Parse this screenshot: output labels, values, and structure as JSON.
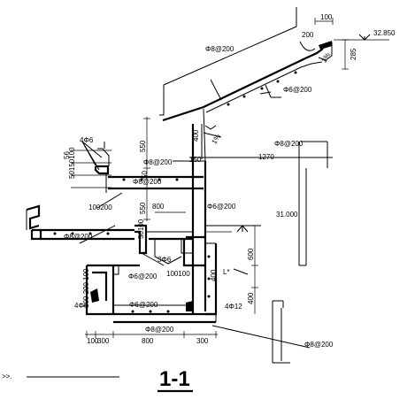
{
  "title": "1-1",
  "corner_text": ">>.",
  "elevations": {
    "top": "32.850",
    "mid": "31.000"
  },
  "rebar": {
    "top_distribution": "Φ8@200",
    "slope_stirrup": "Φ6@200",
    "main_span": "Φ8@200",
    "left_cantilever": "Φ8@200",
    "wall_stirrup": "Φ6@200",
    "box_stirrup": "Φ6@200",
    "mid_left": "Φ8@200",
    "lower_left": "Φ6@200",
    "lower_beam": "Φ6@200",
    "bottom_main": "Φ8@200",
    "right_bottom": "Φ8@200",
    "bars_4d6_a": "4Φ6",
    "bars_4d6_b": "4Φ6",
    "bars_3d6": "3Φ6",
    "bars_4d12": "4Φ12"
  },
  "slopes": {
    "s1": "1%",
    "s2": "1%"
  },
  "dims": {
    "d100_top": "100",
    "d200_top": "200",
    "d285": "285",
    "d400_a": "400",
    "d150": "150",
    "d1270": "1270",
    "d550_a": "550",
    "d50_a": "50",
    "left_stack": "50150100",
    "d56": "56",
    "d550_b": "550",
    "d800_a": "800",
    "d50100": "50100",
    "d600": "600",
    "d100200": "100200",
    "d400_b": "400",
    "d400_c": "400",
    "d100100": "100100",
    "l_star": "L*",
    "left_side": "100 200 100",
    "b100": "100",
    "b300": "300",
    "b800": "800",
    "b300b": "300"
  }
}
